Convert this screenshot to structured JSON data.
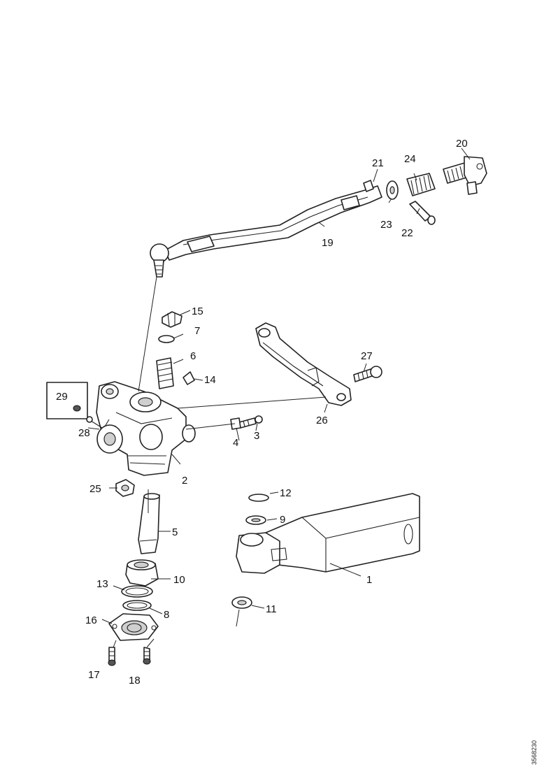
{
  "diagram": {
    "drawing_number": "3568230",
    "callouts": {
      "c1": "1",
      "c2": "2",
      "c3": "3",
      "c4": "4",
      "c5": "5",
      "c6": "6",
      "c7": "7",
      "c8": "8",
      "c9": "9",
      "c10": "10",
      "c11": "11",
      "c12": "12",
      "c13": "13",
      "c14": "14",
      "c15": "15",
      "c16": "16",
      "c17": "17",
      "c18": "18",
      "c19": "19",
      "c20": "20",
      "c21": "21",
      "c22": "22",
      "c23": "23",
      "c24": "24",
      "c25": "25",
      "c26": "26",
      "c27": "27",
      "c28": "28",
      "c29": "29"
    }
  }
}
